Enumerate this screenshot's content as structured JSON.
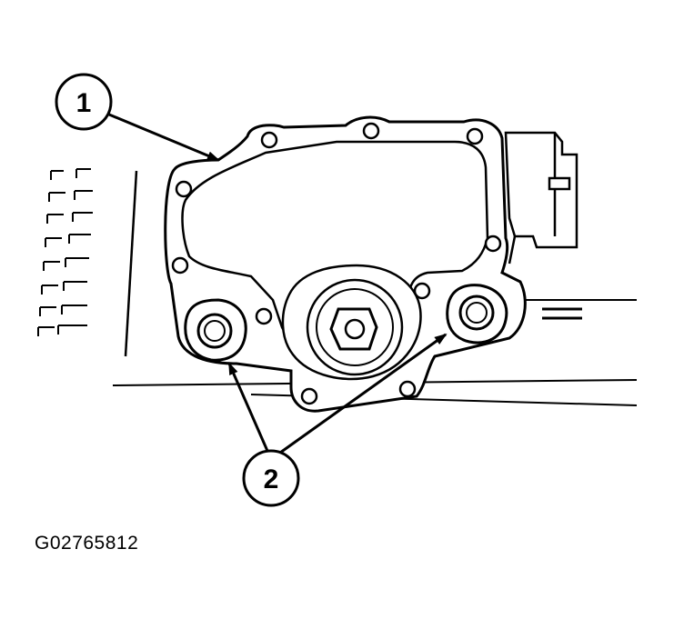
{
  "callouts": [
    {
      "label": "1",
      "target": "gasket"
    },
    {
      "label": "2",
      "target": "mounting-bolts"
    }
  ],
  "figure_id": "G02765812",
  "colors": {
    "ink": "#000000",
    "paper": "#ffffff"
  }
}
